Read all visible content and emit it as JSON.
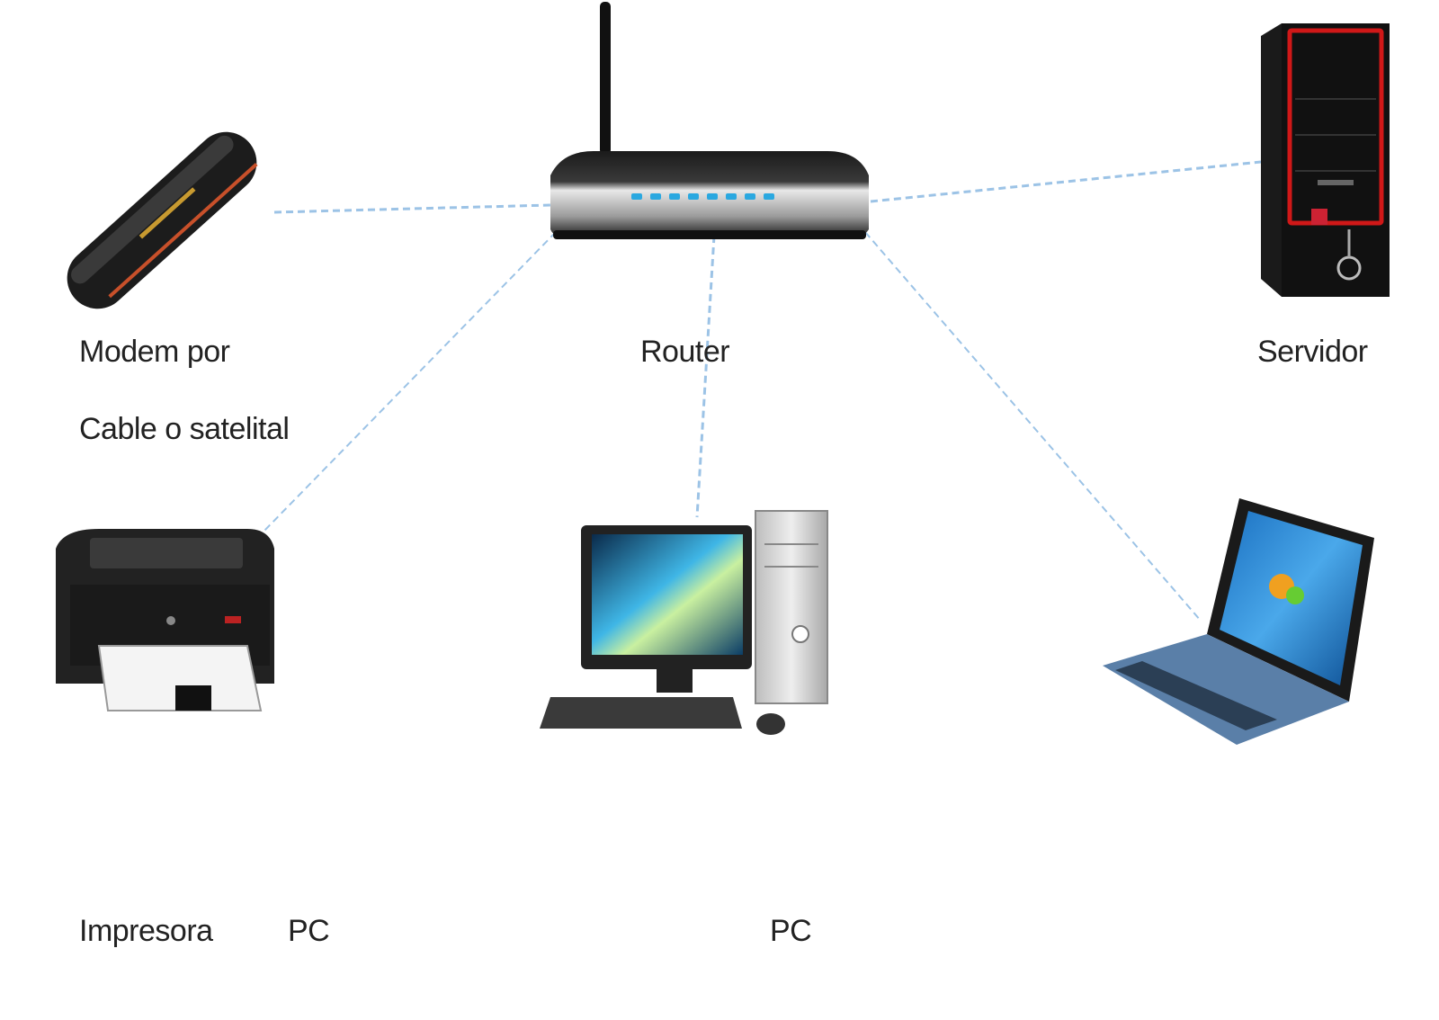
{
  "labels": {
    "modem_line1": "Modem por",
    "modem_line2": "Cable o satelital",
    "router": "Router",
    "servidor": "Servidor",
    "impresora": "Impresora",
    "pc_left": "PC",
    "pc_right": "PC"
  },
  "colors": {
    "link_line": "#9cc3e6",
    "router_led": "#2aa8e0",
    "server_accent": "#d01818"
  },
  "icons": [
    "usb-modem-icon",
    "router-icon",
    "server-tower-icon",
    "printer-icon",
    "desktop-pc-icon",
    "laptop-icon"
  ]
}
